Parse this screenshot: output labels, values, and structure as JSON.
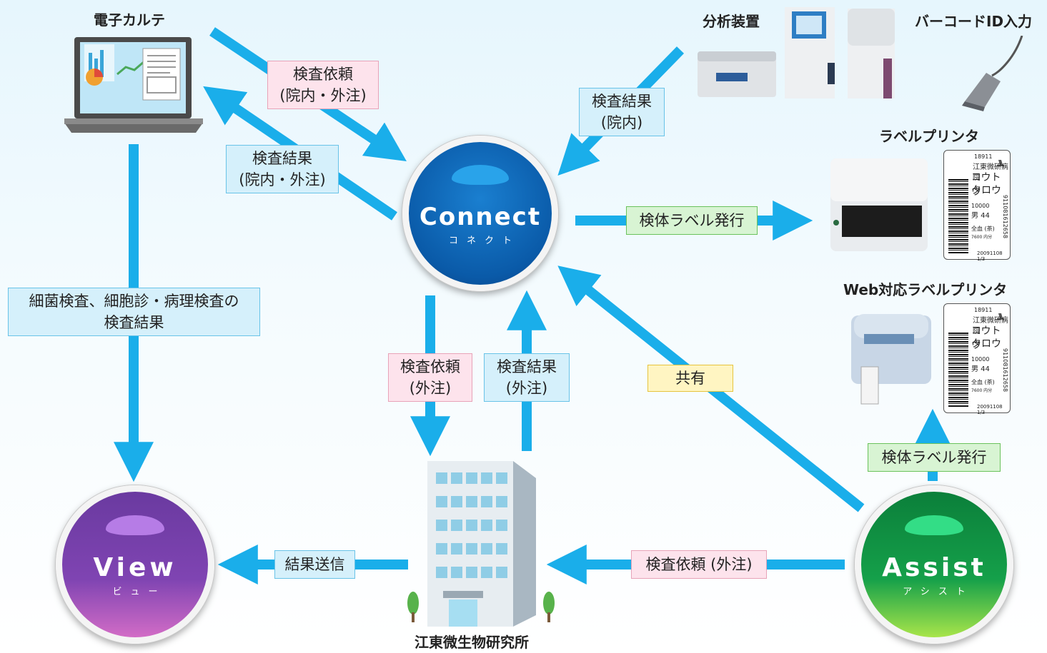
{
  "nodes": {
    "emr": "電子カルテ",
    "analyzer": "分析装置",
    "barcode": "バーコードID入力",
    "label_printer": "ラベルプリンタ",
    "web_label_printer": "Web対応ラベルプリンタ",
    "lab": "江東微生物研究所"
  },
  "hubs": {
    "connect": {
      "name": "Connect",
      "kana": "コネクト",
      "color": "#0a64b4"
    },
    "view": {
      "name": "View",
      "kana": "ビュー",
      "color": "#7a3fa8"
    },
    "assist": {
      "name": "Assist",
      "kana": "アシスト",
      "color": "#0f9a42"
    }
  },
  "labels": {
    "req_in_out": [
      "検査依頼",
      "(院内・外注)"
    ],
    "result_in_out": [
      "検査結果",
      "(院内・外注)"
    ],
    "result_in": [
      "検査結果",
      "(院内)"
    ],
    "issue_label_1": "検体ラベル発行",
    "view_results": [
      "細菌検査、細胞診・病理検査の",
      "検査結果"
    ],
    "req_out": [
      "検査依頼",
      "(外注)"
    ],
    "result_out": [
      "検査結果",
      "(外注)"
    ],
    "share": "共有",
    "send_results": "結果送信",
    "req_out_assist": "検査依頼 (外注)",
    "issue_label_2": "検体ラベル発行"
  },
  "ticket": {
    "id": "18911",
    "hospital": "江東微研病院",
    "kana_1": "コウトウ",
    "kana_2": "タロウ",
    "number": "10000",
    "sex_age": "男 44",
    "tube": "全血 (茶)",
    "code": "7600 内分",
    "date": "20091108 1/3",
    "vertical": "911081612658"
  },
  "colors": {
    "arrow": "#1aaeea"
  }
}
